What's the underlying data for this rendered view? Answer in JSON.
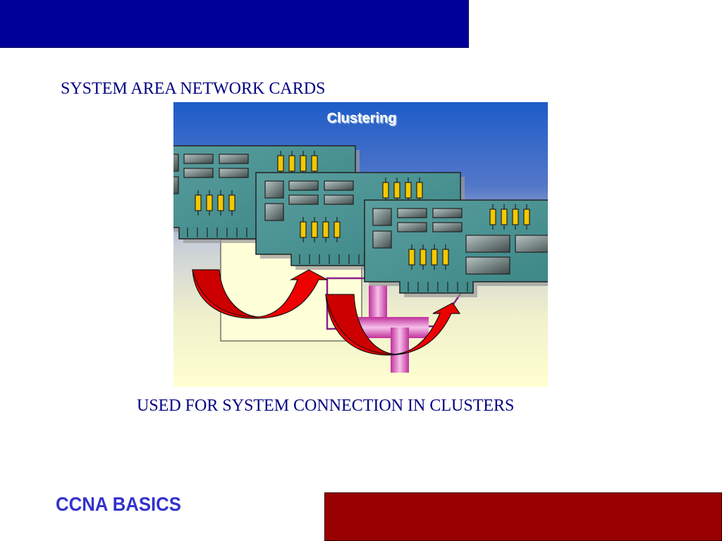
{
  "slide": {
    "title": "SYSTEM AREA NETWORK CARDS",
    "caption": "USED FOR SYSTEM CONNECTION IN CLUSTERS",
    "footer": "CCNA BASICS"
  },
  "figure": {
    "title": "Clustering",
    "cards": [
      {
        "name": "network-card-1"
      },
      {
        "name": "network-card-2"
      },
      {
        "name": "network-card-3"
      }
    ],
    "arrows": [
      {
        "name": "connection-arrow-1"
      },
      {
        "name": "connection-arrow-2"
      }
    ]
  },
  "colors": {
    "top_bar": "#000099",
    "bottom_bar": "#990000",
    "heading_text": "#000080",
    "footer_text": "#3333cc",
    "card_fill": "#3f8f8f",
    "resistor": "#f5c800",
    "arrow": "#ee0000",
    "pipe": "#dd66cc"
  }
}
